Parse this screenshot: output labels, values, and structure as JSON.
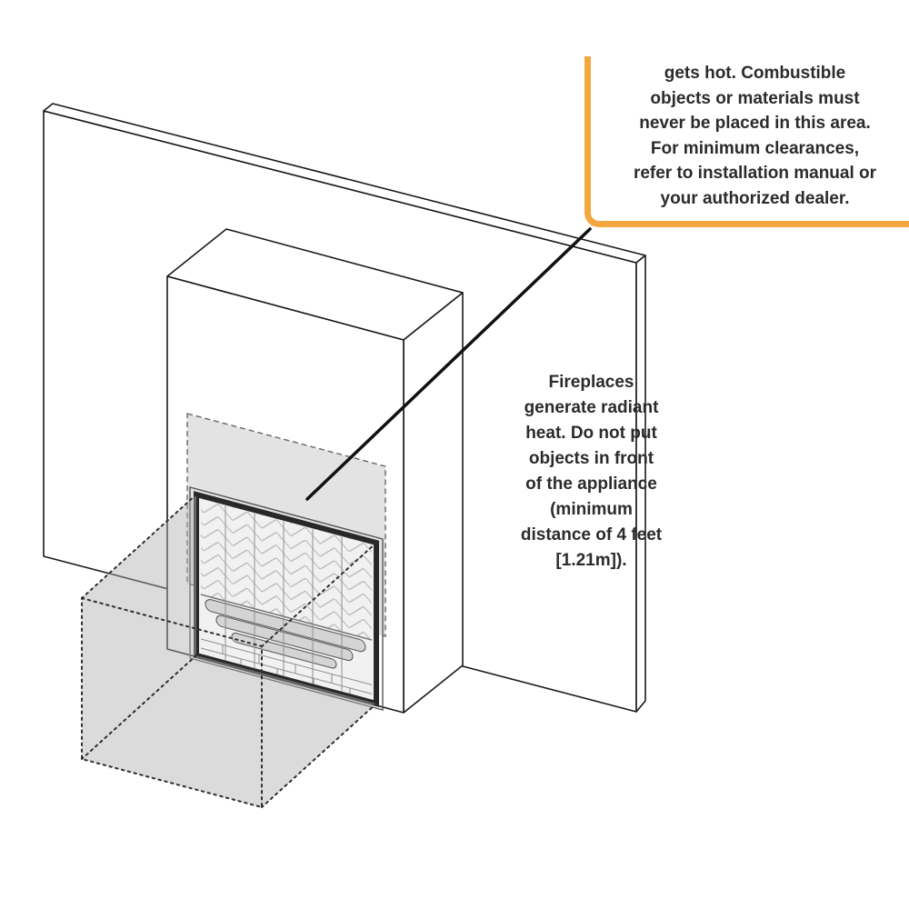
{
  "warning_box": {
    "accent_color": "#F4A63F",
    "lines": [
      "gets hot. Combustible",
      "objects or materials must",
      "never be placed in this area.",
      "For minimum clearances,",
      "refer to installation manual or",
      "your authorized dealer."
    ]
  },
  "note": {
    "lines": [
      "Fireplaces",
      "generate radiant",
      "heat. Do not put",
      "objects in front",
      "of the appliance",
      "(minimum",
      "distance of 4 feet",
      "[1.21m])."
    ]
  },
  "diagram": {
    "line_color": "#1a1a1a",
    "hot_area_fill": "#e3e3e3",
    "clearance_fill": "#b0b0b0",
    "glass_fill": "#f1f1f1"
  }
}
